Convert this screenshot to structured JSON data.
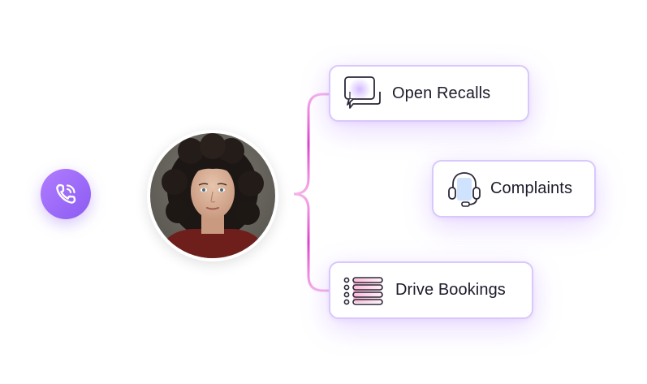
{
  "call_button": {
    "icon": "phone-call-icon",
    "color": "#8c5cf2"
  },
  "agent": {
    "avatar": "agent-avatar"
  },
  "branches": [
    {
      "label": "Open Recalls",
      "icon": "chat-bubbles-icon"
    },
    {
      "label": "Complaints",
      "icon": "headset-icon"
    },
    {
      "label": "Drive Bookings",
      "icon": "list-icon"
    }
  ],
  "colors": {
    "connector": "#e85ad6",
    "card_border": "#d9c8fb",
    "accent": "#8c5cf2"
  }
}
